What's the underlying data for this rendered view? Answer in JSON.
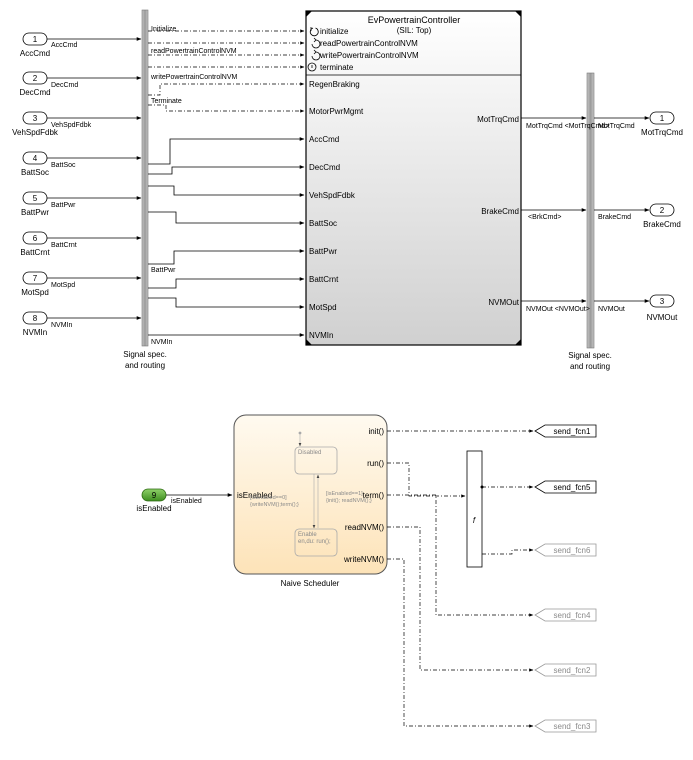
{
  "inports": [
    {
      "num": "1",
      "name": "AccCmd",
      "signal": "AccCmd"
    },
    {
      "num": "2",
      "name": "DecCmd",
      "signal": "DecCmd"
    },
    {
      "num": "3",
      "name": "VehSpdFdbk",
      "signal": "VehSpdFdbk"
    },
    {
      "num": "4",
      "name": "BattSoc",
      "signal": "BattSoc"
    },
    {
      "num": "5",
      "name": "BattPwr",
      "signal": "BattPwr"
    },
    {
      "num": "6",
      "name": "BattCrnt",
      "signal": "BattCrnt"
    },
    {
      "num": "7",
      "name": "MotSpd",
      "signal": "MotSpd"
    },
    {
      "num": "8",
      "name": "NVMIn",
      "signal": "NVMIn"
    }
  ],
  "left_bus": {
    "caption_line1": "Signal spec.",
    "caption_line2": "and routing"
  },
  "right_bus": {
    "caption_line1": "Signal spec.",
    "caption_line2": "and routing"
  },
  "bus_signal_labels": {
    "initialize": "Initialize",
    "read": "readPowertrainControlNVM",
    "write": "writePowertrainControlNVM",
    "terminate": "Terminate",
    "battpwr": "BattPwr",
    "nvmin": "NVMIn"
  },
  "controller": {
    "title": "EvPowertrainController",
    "subtitle": "(SIL: Top)",
    "function_ports": [
      "initialize",
      "readPowertrainControlNVM",
      "writePowertrainControlNVM",
      "terminate"
    ],
    "input_ports": [
      "RegenBraking",
      "MotorPwrMgmt",
      "AccCmd",
      "DecCmd",
      "VehSpdFdbk",
      "BattSoc",
      "BattPwr",
      "BattCrnt",
      "MotSpd",
      "NVMIn"
    ],
    "output_ports": [
      "MotTrqCmd",
      "BrakeCmd",
      "NVMOut"
    ]
  },
  "output_signals": [
    {
      "left": "MotTrqCmd <MotTrqCmd>",
      "right": "MotTrqCmd"
    },
    {
      "left": "<BrkCmd>",
      "right": "BrakeCmd"
    },
    {
      "left": "NVMOut <NVMOut>",
      "right": "NVMOut"
    }
  ],
  "outports": [
    {
      "num": "1",
      "name": "MotTrqCmd"
    },
    {
      "num": "2",
      "name": "BrakeCmd"
    },
    {
      "num": "3",
      "name": "NVMOut"
    }
  ],
  "scheduler": {
    "title": "Naive Scheduler",
    "input_port": "isEnabled",
    "output_ports": [
      "init()",
      "run()",
      "term()",
      "readNVM()",
      "writeNVM()"
    ],
    "state_disabled": "Disabled",
    "state_enable": "Enable",
    "state_enable_action": "en,du: run();",
    "transition_left": "[isEnabled==0]\n{writeNVM();term();}",
    "transition_right": "[isEnabled==1]\n{init(); readNVM();}"
  },
  "enable_inport": {
    "num": "9",
    "name": "isEnabled",
    "signal": "isEnabled"
  },
  "merge_symbol": "f",
  "send_blocks": [
    {
      "name": "send_fcn1",
      "active": true
    },
    {
      "name": "send_fcn5",
      "active": true
    },
    {
      "name": "send_fcn6",
      "active": false
    },
    {
      "name": "send_fcn4",
      "active": false
    },
    {
      "name": "send_fcn2",
      "active": false
    },
    {
      "name": "send_fcn3",
      "active": false
    }
  ]
}
